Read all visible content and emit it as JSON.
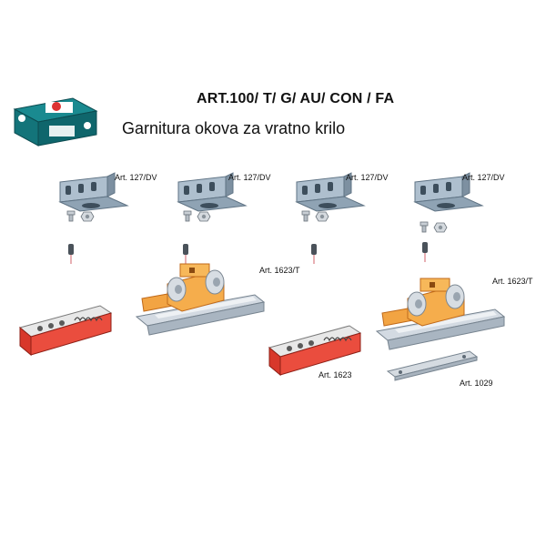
{
  "header": {
    "title": "ART.100/  T/  G/  AU/ CON / FA",
    "subtitle": "Garnitura okova za vratno krilo"
  },
  "labels": {
    "bracket": "Art. 127/DV",
    "carriage": "Art. 1623/T",
    "stopper": "Art. 1623",
    "plate": "Art. 1029"
  },
  "colors": {
    "logo_teal": "#13747a",
    "bracket_steel": "#9fb2c2",
    "carriage_orange": "#f0a040",
    "track_silver": "#c3ccd6",
    "stopper_red": "#e2483a"
  }
}
